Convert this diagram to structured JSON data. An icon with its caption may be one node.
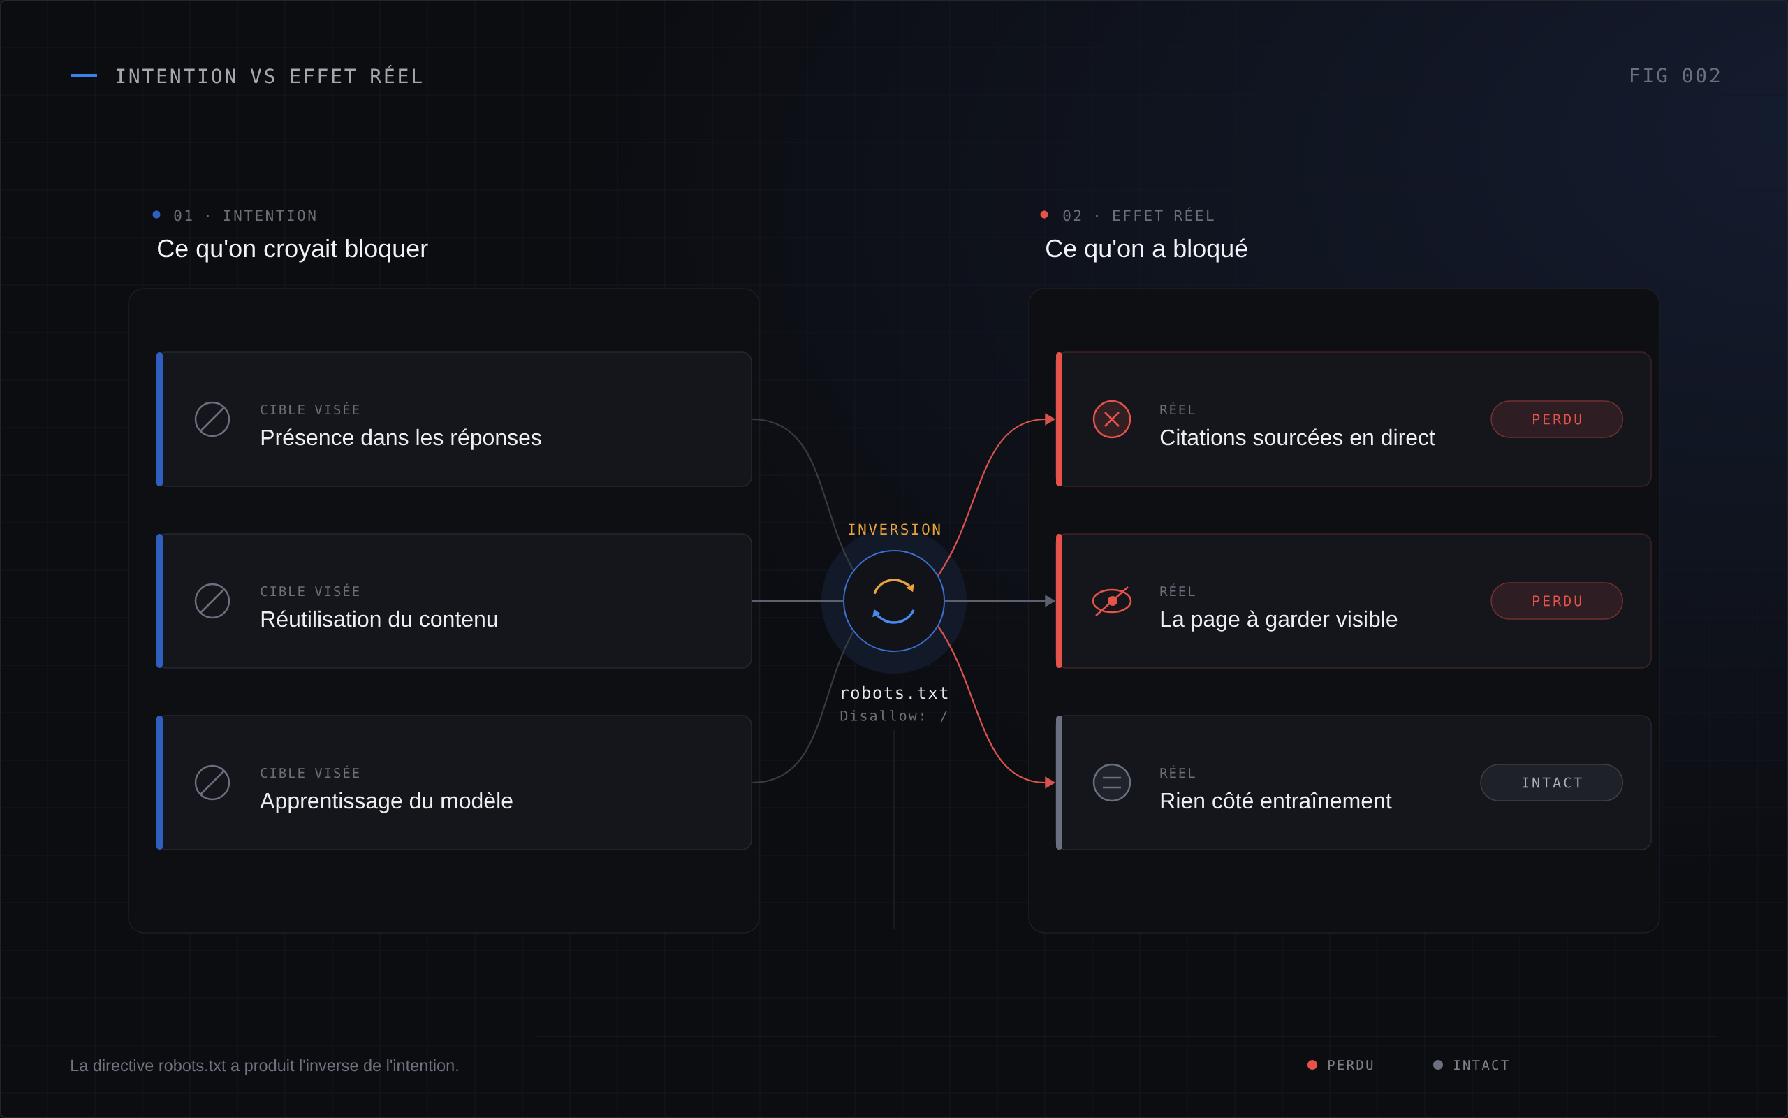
{
  "diagram": {
    "title": "INTENTION VS EFFET RÉEL",
    "caption": "La directive robots.txt a produit l'inverse de l'intention.",
    "nodes": [
      {
        "text": [
          "01 · INTENTION",
          "Ce qu'on croyait bloquer"
        ]
      },
      {
        "text": [
          "CIBLE VISÉE",
          "Présence dans les réponses"
        ],
        "in": 0
      },
      {
        "text": [
          "CIBLE VISÉE",
          "Réutilisation du contenu"
        ],
        "in": 0
      },
      {
        "text": [
          "CIBLE VISÉE",
          "Apprentissage du modèle"
        ],
        "in": 0
      },
      {
        "text": [],
        "shape": "circle",
        "beside": [
          "INVERSION",
          "robots.txt",
          "Disallow: /"
        ]
      },
      {
        "text": [
          "02 · EFFET RÉEL",
          "Ce qu'on a bloqué"
        ]
      },
      {
        "text": [
          "RÉEL",
          "Citations sourcées en direct"
        ],
        "in": 5
      },
      {
        "text": [
          "PERDU"
        ],
        "in": 6
      },
      {
        "text": [
          "RÉEL",
          "La page à garder visible"
        ],
        "in": 5
      },
      {
        "text": [
          "PERDU"
        ],
        "in": 8
      },
      {
        "text": [
          "RÉEL",
          "Rien côté entraînement"
        ],
        "in": 5
      },
      {
        "text": [
          "INTACT"
        ],
        "in": 10
      }
    ],
    "edges": [
      {
        "from": 1,
        "to": 4,
        "arrow": "none",
        "color": "#383b45"
      },
      {
        "from": 2,
        "to": 4,
        "arrow": "none"
      },
      {
        "from": 3,
        "to": 4,
        "arrow": "none",
        "color": "#383b45"
      },
      {
        "from": 4,
        "to": 6,
        "arrow": "to",
        "color": "#d9534e"
      },
      {
        "from": 4,
        "to": 8,
        "arrow": "to"
      },
      {
        "from": 4,
        "to": 10,
        "arrow": "to",
        "color": "#d9534e"
      }
    ],
    "labels": [
      "FIG 002"
    ],
    "legend": [
      {
        "text": "PERDU",
        "color": "#e5534b"
      },
      {
        "text": "INTACT",
        "color": "#6b7080"
      }
    ]
  }
}
